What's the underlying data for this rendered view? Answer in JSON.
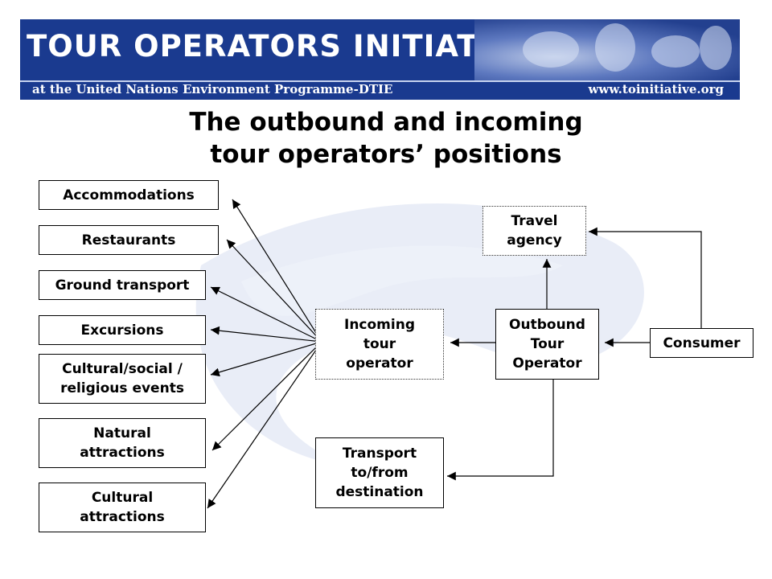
{
  "banner": {
    "title": "TOUR OPERATORS INITIATIVE",
    "subtitle_left": "at the United Nations Environment Programme-DTIE",
    "subtitle_right": "www.toinitiative.org"
  },
  "title_line1": "The outbound and incoming",
  "title_line2": "tour operators’ positions",
  "services": {
    "accommodations": "Accommodations",
    "restaurants": "Restaurants",
    "ground_transport": "Ground transport",
    "excursions": "Excursions",
    "cultural_social": "Cultural/social /\nreligious events",
    "natural": "Natural\nattractions",
    "cultural_attr": "Cultural\nattractions"
  },
  "nodes": {
    "incoming": "Incoming\ntour\noperator",
    "outbound": "Outbound\nTour\nOperator",
    "travel_agency": "Travel\nagency",
    "consumer": "Consumer",
    "transport": "Transport\nto/from\ndestination"
  },
  "colors": {
    "banner": "#1a3a8f",
    "watermark": "#c9d3ea"
  }
}
